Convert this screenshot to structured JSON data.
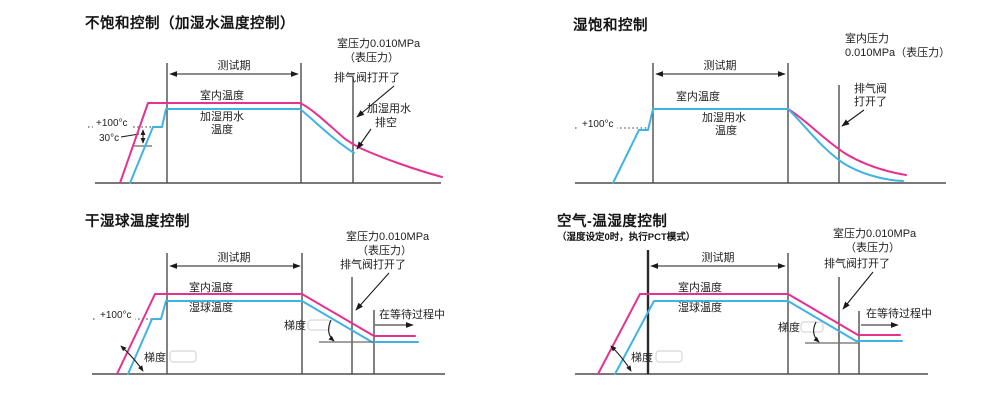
{
  "colors": {
    "magenta": "#e6318f",
    "blue": "#3fb3e4",
    "axis": "#4d4d4d"
  },
  "panels": {
    "tl": {
      "title": "不饱和控制（加湿水温度控制）",
      "pressure_1": "室压力0.010MPa",
      "pressure_2": "（表压力）",
      "valve": "排气阀打开了",
      "test_period": "测试期",
      "room_temp": "室内温度",
      "water_1": "加湿用水",
      "water_2": "温度",
      "temp100": "+100°c",
      "temp30": "30°c",
      "drain_1": "加湿用水",
      "drain_2": "排空"
    },
    "tr": {
      "title": "湿饱和控制",
      "pressure_1": "室内压力",
      "pressure_2": "0.010MPa（表压力）",
      "valve_1": "排气阀",
      "valve_2": "打开了",
      "test_period": "测试期",
      "room_temp": "室内温度",
      "water_1": "加湿用水",
      "water_2": "温度",
      "temp100": "+100°c"
    },
    "bl": {
      "title": "干湿球温度控制",
      "pressure_1": "室压力0.010MPa",
      "pressure_2": "（表压力）",
      "valve": "排气阀打开了",
      "test_period": "测试期",
      "room_temp": "室内温度",
      "wet_bulb": "湿球温度",
      "temp100": "+100°c",
      "gradient_rise": "梯度",
      "gradient_fall": "梯度",
      "waiting": "在等待过程中"
    },
    "br": {
      "title": "空气-温湿度控制",
      "subtitle": "（湿度设定0时，执行PCT模式）",
      "pressure_1": "室压力0.010MPa",
      "pressure_2": "（表压力）",
      "valve": "排气阀打开了",
      "test_period": "测试期",
      "room_temp": "室内温度",
      "wet_bulb": "湿球温度",
      "gradient_rise": "梯度",
      "gradient_fall": "梯度",
      "waiting": "在等待过程中"
    }
  }
}
